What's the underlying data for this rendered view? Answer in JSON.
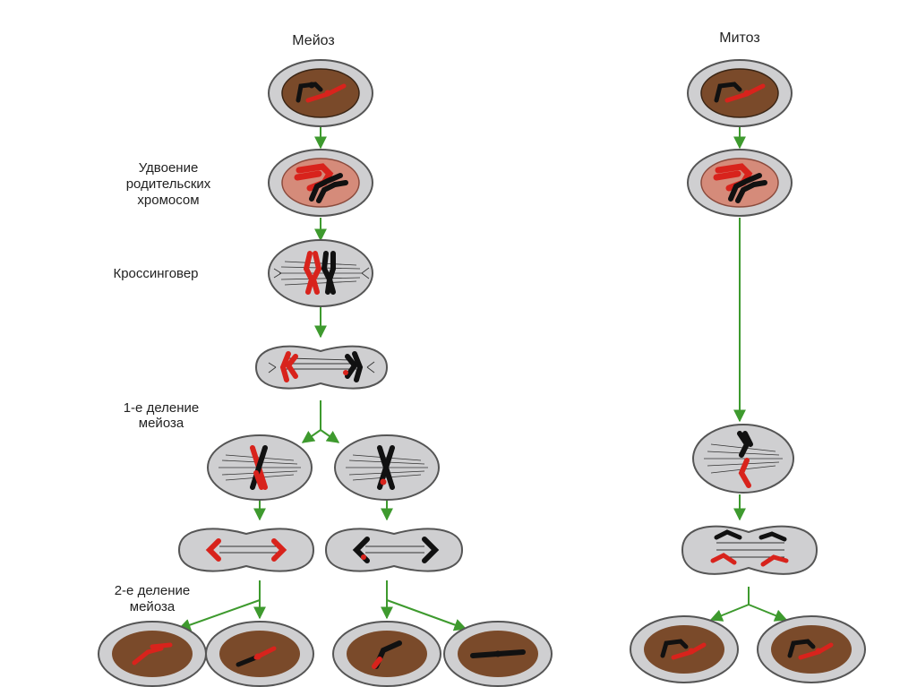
{
  "titles": {
    "meiosis": "Мейоз",
    "mitosis": "Митоз"
  },
  "labels": {
    "duplication_line1": "Удвоение",
    "duplication_line2": "родительских",
    "duplication_line3": "хромосом",
    "crossing_over": "Кроссинговер",
    "first_division_line1": "1-е деление",
    "first_division_line2": "мейоза",
    "second_division_line1": "2-е деление",
    "second_division_line2": "мейоза"
  },
  "colors": {
    "arrow": "#3e9a2e",
    "chromosome_red": "#d8231c",
    "chromosome_black": "#111111",
    "nucleus": "#7a4a2a",
    "cell_fill": "#cfcfd1",
    "cell_border": "#555555"
  }
}
